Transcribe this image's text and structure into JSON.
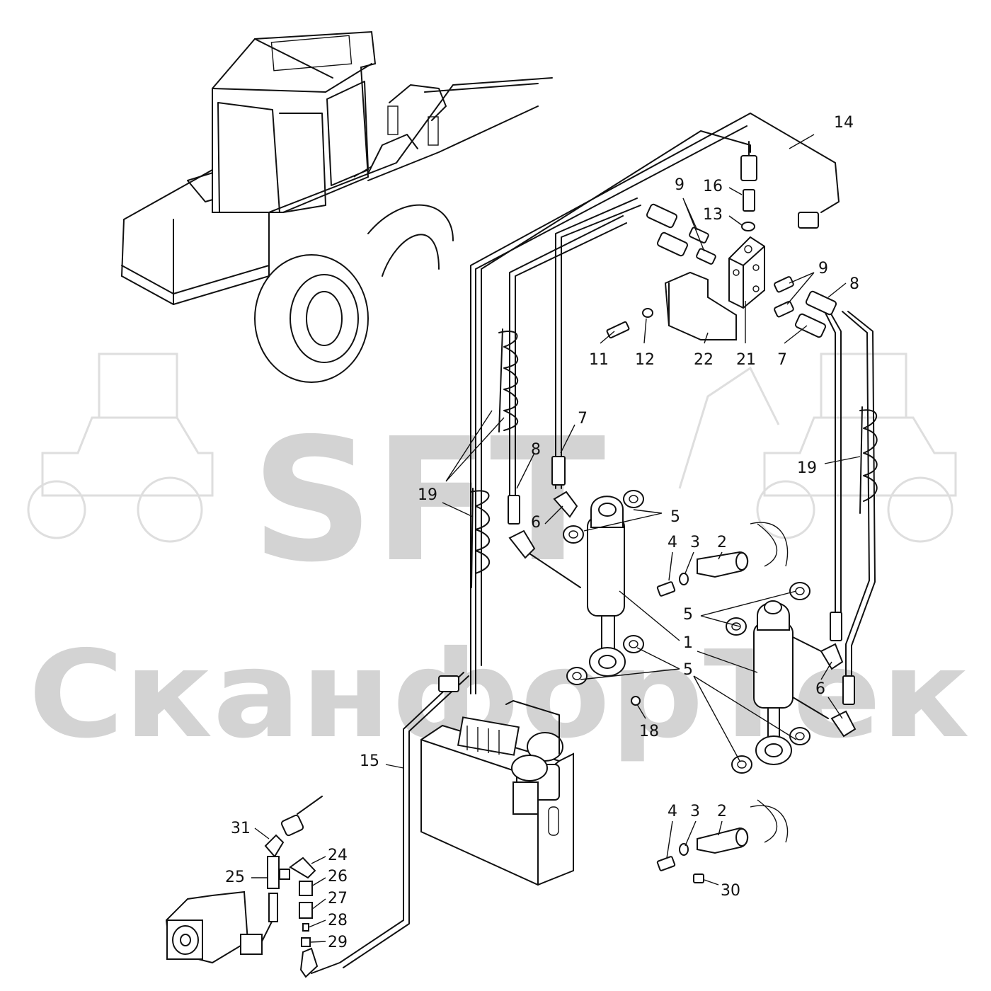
{
  "watermark": {
    "logo_text": "SFT",
    "brand_text": "СканфорТек"
  },
  "callouts": [
    {
      "id": "c14",
      "text": "14"
    },
    {
      "id": "c16",
      "text": "16"
    },
    {
      "id": "c13",
      "text": "13"
    },
    {
      "id": "c9a",
      "text": "9"
    },
    {
      "id": "c9b",
      "text": "9"
    },
    {
      "id": "c8a",
      "text": "8"
    },
    {
      "id": "c11",
      "text": "11"
    },
    {
      "id": "c12",
      "text": "12"
    },
    {
      "id": "c22",
      "text": "22"
    },
    {
      "id": "c21",
      "text": "21"
    },
    {
      "id": "c7a",
      "text": "7"
    },
    {
      "id": "c7b",
      "text": "7"
    },
    {
      "id": "c8b",
      "text": "8"
    },
    {
      "id": "c19a",
      "text": "19"
    },
    {
      "id": "c19b",
      "text": "19"
    },
    {
      "id": "c6a",
      "text": "6"
    },
    {
      "id": "c5a",
      "text": "5"
    },
    {
      "id": "c4a",
      "text": "4"
    },
    {
      "id": "c3a",
      "text": "3"
    },
    {
      "id": "c2a",
      "text": "2"
    },
    {
      "id": "c5b",
      "text": "5"
    },
    {
      "id": "c1",
      "text": "1"
    },
    {
      "id": "c5c",
      "text": "5"
    },
    {
      "id": "c6b",
      "text": "6"
    },
    {
      "id": "c18",
      "text": "18"
    },
    {
      "id": "c15",
      "text": "15"
    },
    {
      "id": "c31",
      "text": "31"
    },
    {
      "id": "c24",
      "text": "24"
    },
    {
      "id": "c25",
      "text": "25"
    },
    {
      "id": "c26",
      "text": "26"
    },
    {
      "id": "c27",
      "text": "27"
    },
    {
      "id": "c28",
      "text": "28"
    },
    {
      "id": "c29",
      "text": "29"
    },
    {
      "id": "c4b",
      "text": "4"
    },
    {
      "id": "c3b",
      "text": "3"
    },
    {
      "id": "c2b",
      "text": "2"
    },
    {
      "id": "c30",
      "text": "30"
    }
  ]
}
